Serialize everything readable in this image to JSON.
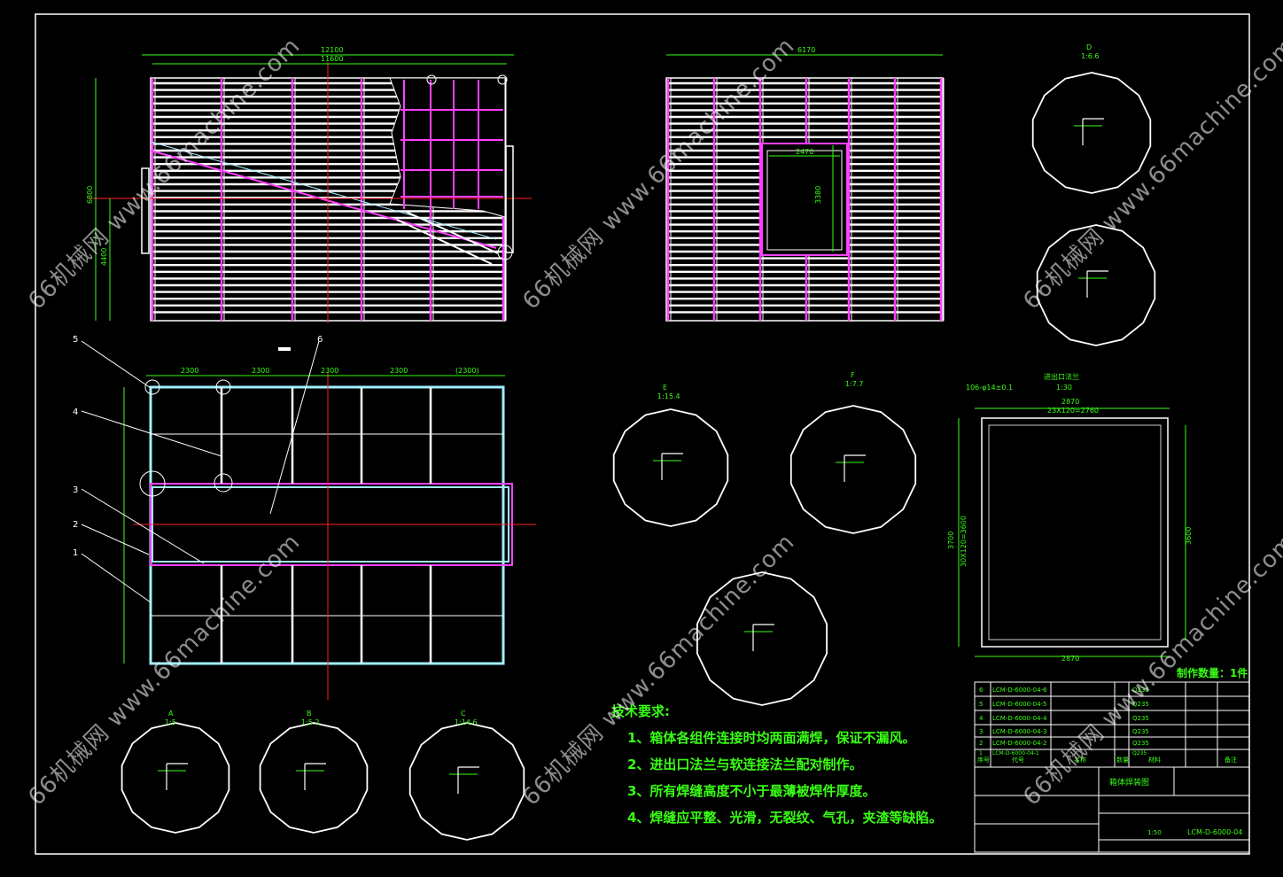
{
  "tech_requirements": {
    "heading": "技术要求:",
    "items": [
      "1、箱体各组件连接时均两面满焊，保证不漏风。",
      "2、进出口法兰与软连接法兰配对制作。",
      "3、所有焊缝高度不小于最薄被焊件厚度。",
      "4、焊缝应平整、光滑，无裂纹、气孔，夹渣等缺陷。"
    ]
  },
  "quantity_note": "制作数量：1件",
  "title_block": {
    "drawing_name": "箱体焊装图",
    "drawing_number": "LCM-D-6000-04",
    "scale": "1:50",
    "header": {
      "seq": "序号",
      "code": "代号",
      "name": "名称",
      "qty": "数量",
      "material": "材料",
      "remark": "备注"
    },
    "rows": [
      {
        "seq": "6",
        "code": "LCM-D-6000-04-6",
        "material": "Q235"
      },
      {
        "seq": "5",
        "code": "LCM-D-6000-04-5",
        "material": "Q235"
      },
      {
        "seq": "4",
        "code": "LCM-D-6000-04-4",
        "material": "Q235"
      },
      {
        "seq": "3",
        "code": "LCM-D-6000-04-3",
        "material": "Q235"
      },
      {
        "seq": "2",
        "code": "LCM-D-6000-04-2",
        "material": "Q235"
      },
      {
        "seq": "1",
        "code": "LCM-D-6000-04-1",
        "material": "Q235"
      }
    ]
  },
  "view_labels": {
    "detail_a": "A",
    "scale_a": "1:5",
    "detail_b": "B",
    "scale_b": "1:5.2",
    "detail_c": "C",
    "scale_c": "1:14.6",
    "detail_d": "D",
    "scale_d": "1:6.6",
    "detail_e": "E",
    "scale_e": "1:15.4",
    "detail_f": "F",
    "scale_f": "1:7.7",
    "flange_title": "进出口法兰",
    "flange_scale": "1:30"
  },
  "dimensions": {
    "top_overall": "12100",
    "top_inner": "11600",
    "side_overall": "6170",
    "plan_spans": [
      "2300",
      "2300",
      "2300",
      "2300",
      "(2300)"
    ],
    "height": "6800",
    "height_lower": "4400",
    "opening_w": "2470",
    "opening_h": "3380",
    "flange_top": "2870",
    "flange_top_sub": "23X120=2760",
    "flange_side": "3700",
    "flange_side_sub": "30X120=3600",
    "flange_bottom": "2870",
    "flange_right": "3600",
    "flange_holes": "106-φ14±0.1"
  },
  "callouts": [
    "1",
    "2",
    "3",
    "4",
    "5",
    "6"
  ],
  "watermark": "66机械网 www.66machine.com",
  "colors": {
    "frame_white": "#ffffff",
    "dim_green": "#39ff14",
    "magenta": "#ff40ff",
    "cyan": "#a0f0ff",
    "red": "#ff2020"
  }
}
